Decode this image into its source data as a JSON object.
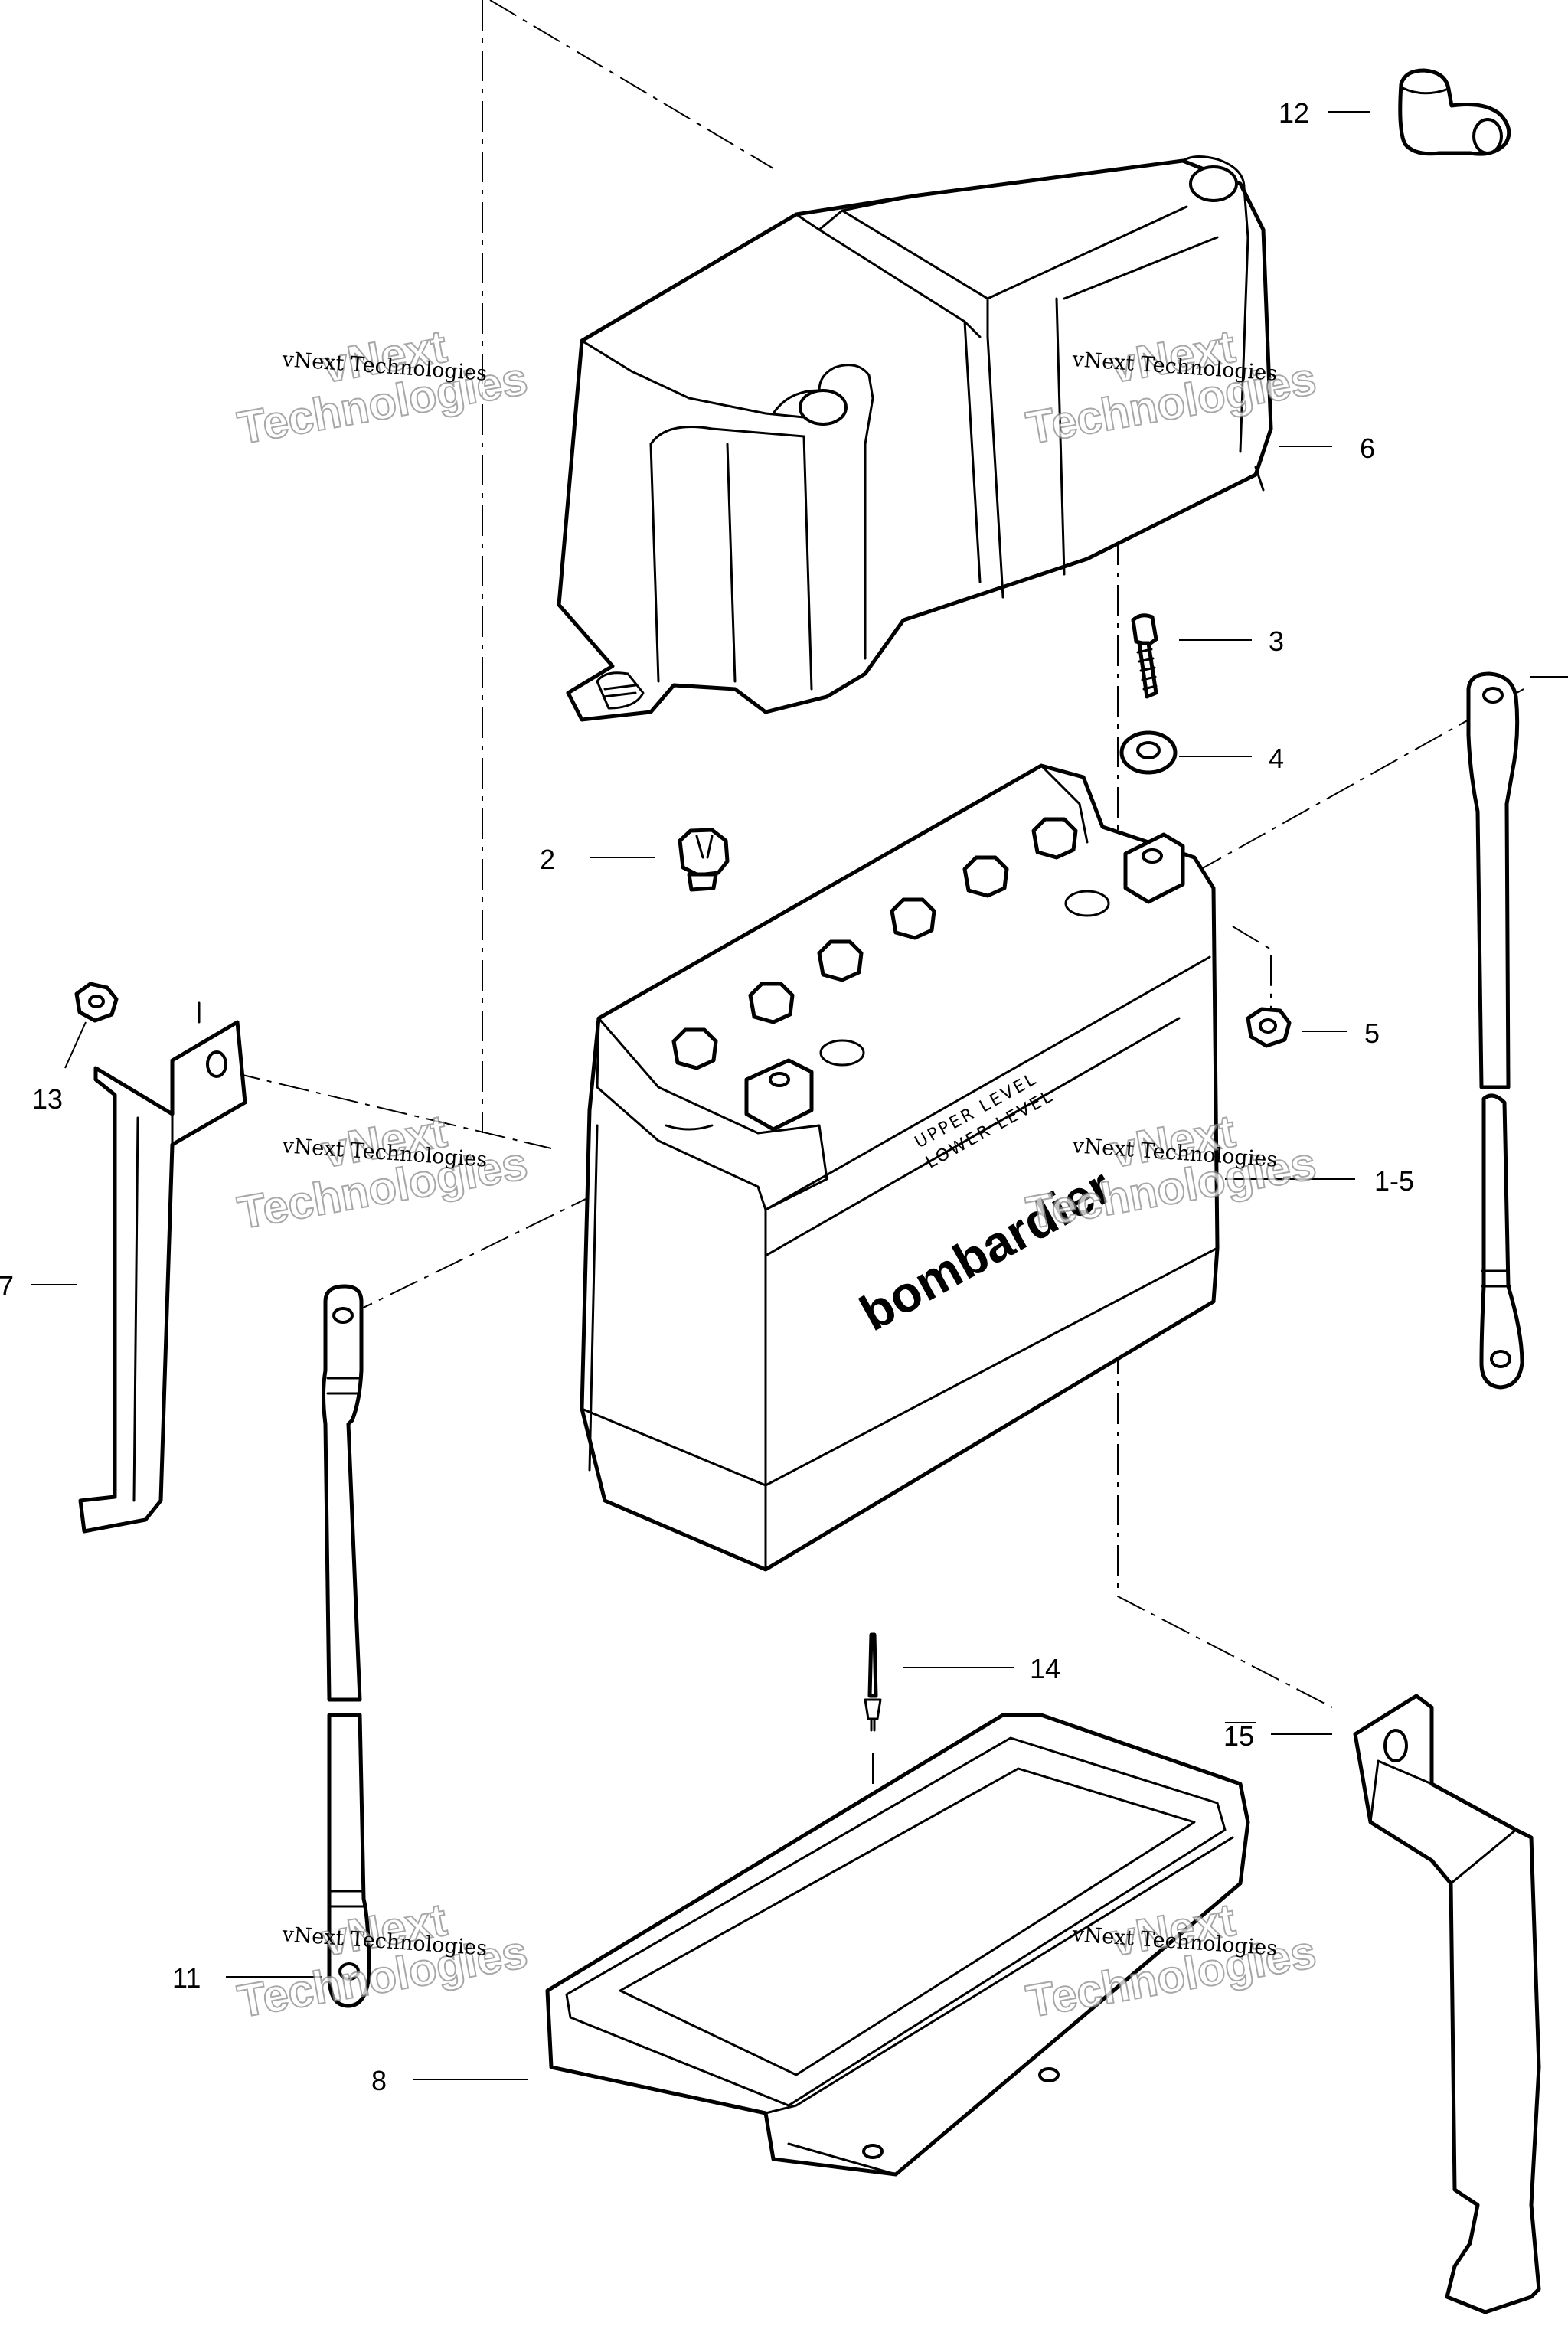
{
  "diagram": {
    "callouts": [
      {
        "id": "12",
        "text": "12"
      },
      {
        "id": "6",
        "text": "6"
      },
      {
        "id": "3",
        "text": "3"
      },
      {
        "id": "4",
        "text": "4"
      },
      {
        "id": "2",
        "text": "2"
      },
      {
        "id": "5",
        "text": "5"
      },
      {
        "id": "13",
        "text": "13"
      },
      {
        "id": "1-5",
        "text": "1-5"
      },
      {
        "id": "7",
        "text": "7"
      },
      {
        "id": "14",
        "text": "14"
      },
      {
        "id": "15",
        "text": "15"
      },
      {
        "id": "11",
        "text": "11"
      },
      {
        "id": "8",
        "text": "8"
      }
    ],
    "watermark": {
      "line1": "vNext Technologies",
      "line2": "vNext",
      "line3": "Technologies"
    },
    "battery_decal": {
      "upper": "UPPER LEVEL",
      "lower": "LOWER LEVEL",
      "brand": "bombardier"
    }
  }
}
